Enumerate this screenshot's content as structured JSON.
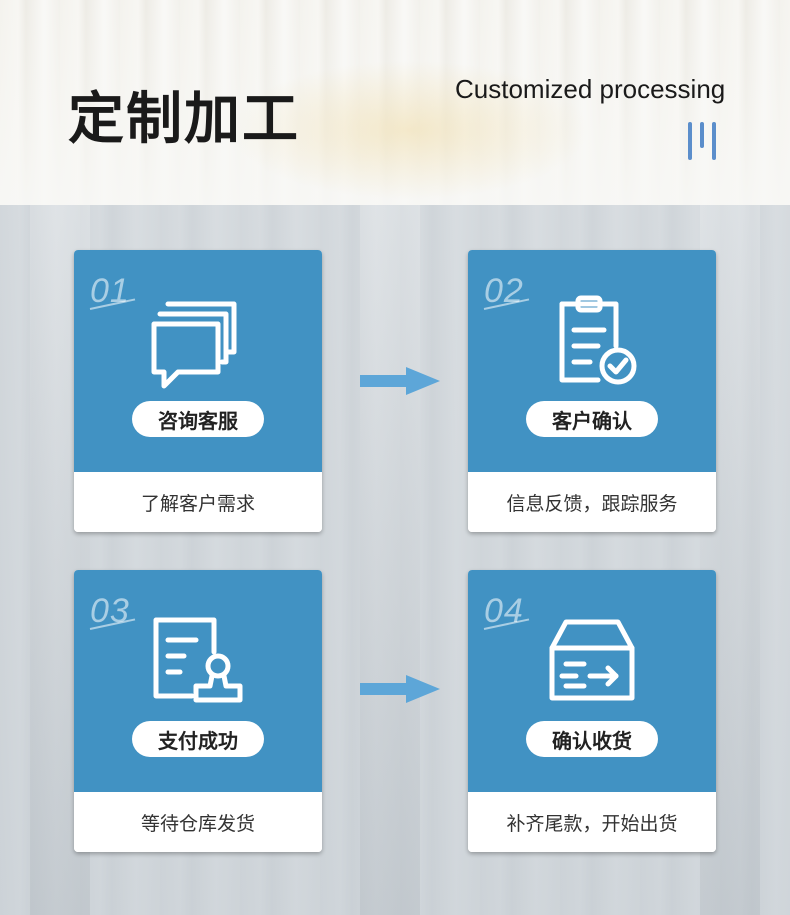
{
  "header": {
    "title_cn": "定制加工",
    "title_en": "Customized processing"
  },
  "colors": {
    "card_blue": "#4192c3",
    "accent_blue": "#5b8ecb",
    "arrow_blue": "#5da6d8"
  },
  "steps": [
    {
      "number": "01",
      "icon": "chat-bubbles-icon",
      "label": "咨询客服",
      "description": "了解客户需求"
    },
    {
      "number": "02",
      "icon": "clipboard-check-icon",
      "label": "客户确认",
      "description": "信息反馈，跟踪服务"
    },
    {
      "number": "03",
      "icon": "document-stamp-icon",
      "label": "支付成功",
      "description": "等待仓库发货"
    },
    {
      "number": "04",
      "icon": "box-delivery-icon",
      "label": "确认收货",
      "description": "补齐尾款，开始出货"
    }
  ]
}
